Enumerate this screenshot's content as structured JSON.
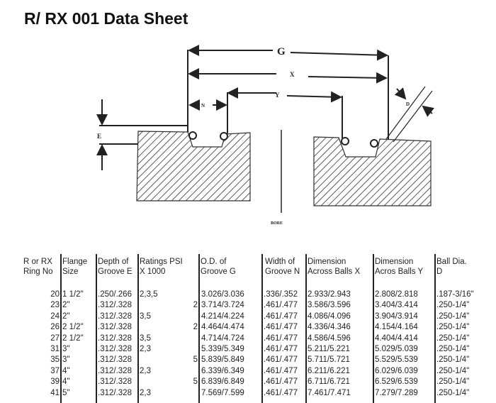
{
  "title": "R/ RX 001 Data Sheet",
  "diagram": {
    "labels": {
      "g": "G",
      "x": "X",
      "y": "Y",
      "n": "N",
      "e": "E",
      "d": "D",
      "bore": "BORE"
    }
  },
  "table": {
    "headers": [
      [
        "R or RX",
        "Ring No"
      ],
      [
        "Flange",
        "Size"
      ],
      [
        "Depth of",
        "Groove E"
      ],
      [
        "Ratings PSI",
        "X 1000"
      ],
      [
        "O.D. of",
        "Groove G"
      ],
      [
        "Width of",
        "Groove N"
      ],
      [
        "Dimension",
        "Across Balls X"
      ],
      [
        "Dimension",
        "Acros Balls Y"
      ],
      [
        "Ball Dia.",
        "D"
      ]
    ],
    "rows": [
      {
        "ring": "20",
        "flange": "1 1/2\"",
        "depth": ".250/.266",
        "rating": "2,3,5",
        "note": "",
        "od": "3.026/3.036",
        "width": ".336/.352",
        "x": "2.933/2.943",
        "y": "2.808/2.818",
        "ball": ".187-3/16\""
      },
      {
        "ring": "23",
        "flange": "2\"",
        "depth": ".312/.328",
        "rating": "",
        "note": "2",
        "od": "3.714/3.724",
        "width": ".461/.477",
        "x": "3.586/3.596",
        "y": "3.404/3.414",
        "ball": ".250-1/4\""
      },
      {
        "ring": "24",
        "flange": "2\"",
        "depth": ".312/.328",
        "rating": "3,5",
        "note": "",
        "od": "4.214/4.224",
        "width": ".461/.477",
        "x": "4.086/4.096",
        "y": "3.904/3.914",
        "ball": ".250-1/4\""
      },
      {
        "ring": "26",
        "flange": "2 1/2\"",
        "depth": ".312/.328",
        "rating": "",
        "note": "2",
        "od": "4.464/4.474",
        "width": ".461/.477",
        "x": "4.336/4.346",
        "y": "4.154/4.164",
        "ball": ".250-1/4\""
      },
      {
        "ring": "27",
        "flange": "2 1/2\"",
        "depth": ".312/.328",
        "rating": "3,5",
        "note": "",
        "od": "4.714/4.724",
        "width": ".461/.477",
        "x": "4.586/4.596",
        "y": "4.404/4.414",
        "ball": ".250-1/4\""
      },
      {
        "ring": "31",
        "flange": "3\"",
        "depth": ".312/.328",
        "rating": "2,3",
        "note": "",
        "od": "5.339/5.349",
        "width": ".461/.477",
        "x": "5.211/5.221",
        "y": "5.029/5.039",
        "ball": ".250-1/4\""
      },
      {
        "ring": "35",
        "flange": "3\"",
        "depth": ".312/.328",
        "rating": "",
        "note": "5",
        "od": "5.839/5.849",
        "width": ".461/.477",
        "x": "5.711/5.721",
        "y": "5.529/5.539",
        "ball": ".250-1/4\""
      },
      {
        "ring": "37",
        "flange": "4\"",
        "depth": ".312/.328",
        "rating": "2,3",
        "note": "",
        "od": "6.339/6.349",
        "width": ".461/.477",
        "x": "6.211/6.221",
        "y": "6.029/6.039",
        "ball": ".250-1/4\""
      },
      {
        "ring": "39",
        "flange": "4\"",
        "depth": ".312/.328",
        "rating": "",
        "note": "5",
        "od": "6.839/6.849",
        "width": ".461/.477",
        "x": "6.711/6.721",
        "y": "6.529/6.539",
        "ball": ".250-1/4\""
      },
      {
        "ring": "41",
        "flange": "5\"",
        "depth": ".312/.328",
        "rating": "2,3",
        "note": "",
        "od": "7.569/7.599",
        "width": ".461/.477",
        "x": "7.461/7.471",
        "y": "7.279/7.289",
        "ball": ".250-1/4\""
      }
    ]
  }
}
